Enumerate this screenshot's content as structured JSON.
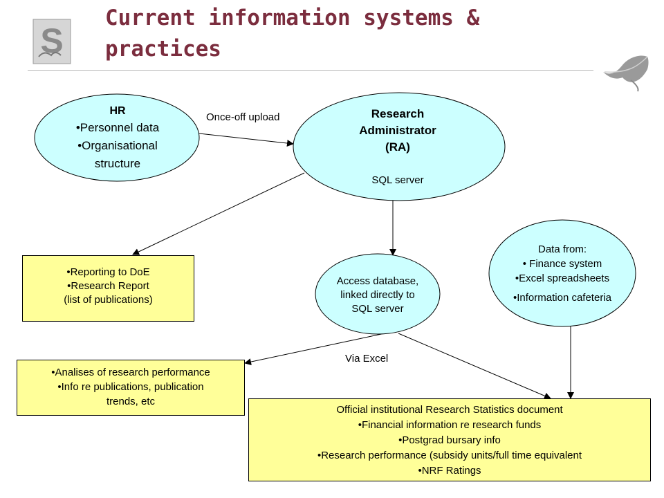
{
  "header": {
    "title_line1": "Current information systems &",
    "title_line2": "practices"
  },
  "colors": {
    "title": "#7b2d3e",
    "ellipse_fill": "#ccffff",
    "box_fill": "#ffff99"
  },
  "nodes": {
    "hr": {
      "title": "HR",
      "items": [
        "•Personnel data",
        "•Organisational",
        "structure"
      ]
    },
    "ra": {
      "lines": [
        "Research",
        "Administrator",
        "(RA)"
      ],
      "sub": "SQL server"
    },
    "access": {
      "lines": [
        "Access database,",
        "linked directly to",
        "SQL server"
      ]
    },
    "datafrom": {
      "lines": [
        "Data from:",
        "• Finance system",
        "•Excel spreadsheets",
        "•Information cafeteria"
      ]
    },
    "reporting": {
      "lines": [
        "•Reporting to DoE",
        "•Research Report",
        "(list of publications)"
      ]
    },
    "analyses": {
      "lines": [
        "•Analises of research performance",
        "•Info re publications, publication",
        "trends, etc"
      ]
    },
    "official": {
      "lines": [
        "Official institutional Research Statistics document",
        "•Financial information re research funds",
        "•Postgrad bursary info",
        "•Research performance (subsidy units/full time equivalent",
        "•NRF Ratings"
      ]
    }
  },
  "edge_labels": {
    "once_off": "Once-off upload",
    "via_excel": "Via Excel"
  },
  "logo": {
    "letter": "S"
  }
}
